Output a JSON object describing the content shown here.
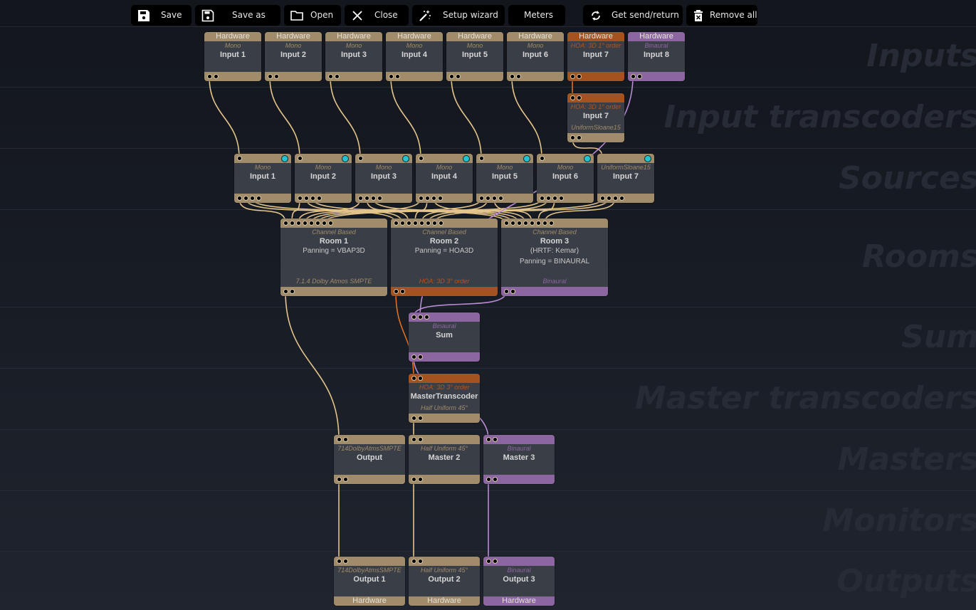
{
  "toolbar": {
    "buttons": [
      {
        "label": "Save",
        "icon": "floppy-disk-filled-icon"
      },
      {
        "label": "Save as",
        "icon": "floppy-disk-outline-icon"
      },
      {
        "label": "Open",
        "icon": "folder-icon"
      },
      {
        "label": "Close",
        "icon": "close-x-icon"
      },
      {
        "label": "Setup wizard",
        "icon": "magic-wand-icon"
      },
      {
        "label": "Meters",
        "icon": ""
      },
      {
        "label": "Get send/return",
        "icon": "refresh-icon"
      },
      {
        "label": "Remove all",
        "icon": "trash-icon"
      }
    ]
  },
  "colors": {
    "hardware": "#a08b6a",
    "hoa": "#a4521f",
    "binaural": "#8c66a0",
    "wire_hardware": "#e3c48a",
    "wire_hoa": "#e0701e",
    "wire_binaural": "#b98ad6",
    "led": "#22c3d0"
  },
  "layers": [
    "Inputs",
    "Input transcoders",
    "Sources",
    "Rooms",
    "Sum",
    "Master transcoders",
    "Masters",
    "Monitors",
    "Outputs"
  ],
  "nodes": {
    "inputs": [
      {
        "header": "Hardware",
        "format": "Mono",
        "name": "Input  1"
      },
      {
        "header": "Hardware",
        "format": "Mono",
        "name": "Input  2"
      },
      {
        "header": "Hardware",
        "format": "Mono",
        "name": "Input  3"
      },
      {
        "header": "Hardware",
        "format": "Mono",
        "name": "Input  4"
      },
      {
        "header": "Hardware",
        "format": "Mono",
        "name": "Input  5"
      },
      {
        "header": "Hardware",
        "format": "Mono",
        "name": "Input  6"
      },
      {
        "header": "Hardware",
        "format": "HOA: 3D 1° order",
        "name": "Input  7"
      },
      {
        "header": "Hardware",
        "format": "Binaural",
        "name": "Input  8"
      }
    ],
    "input_transcoder": {
      "format_in": "HOA: 3D 1° order",
      "name": "Input  7",
      "format_out": "UniformSloane15"
    },
    "sources": [
      {
        "format": "Mono",
        "name": "Input  1"
      },
      {
        "format": "Mono",
        "name": "Input  2"
      },
      {
        "format": "Mono",
        "name": "Input  3"
      },
      {
        "format": "Mono",
        "name": "Input  4"
      },
      {
        "format": "Mono",
        "name": "Input  5"
      },
      {
        "format": "Mono",
        "name": "Input  6"
      },
      {
        "format": "UniformSloane15",
        "name": "Input  7"
      }
    ],
    "rooms": [
      {
        "type": "Channel Based",
        "name": "Room  1",
        "lines": [
          "Panning = VBAP3D"
        ],
        "format": "7.1.4 Dolby Atmos SMPTE"
      },
      {
        "type": "Channel Based",
        "name": "Room  2",
        "lines": [
          "Panning = HOA3D"
        ],
        "format": "HOA: 3D 3° order"
      },
      {
        "type": "Channel Based",
        "name": "Room  3",
        "lines": [
          "(HRTF: Kemar)",
          "Panning = BINAURAL"
        ],
        "format": "Binaural"
      }
    ],
    "sum": {
      "format": "Binaural",
      "name": "Sum"
    },
    "master_transcoder": {
      "format_in": "HOA: 3D 3° order",
      "name": "MasterTranscoder",
      "format_out": "Half Uniform 45°"
    },
    "masters": [
      {
        "format": "714DolbyAtmsSMPTE",
        "name": "Output"
      },
      {
        "format": "Half Uniform 45°",
        "name": "Master  2"
      },
      {
        "format": "Binaural",
        "name": "Master  3"
      }
    ],
    "outputs": [
      {
        "format": "714DolbyAtmsSMPTE",
        "name": "Output  1",
        "footer": "Hardware"
      },
      {
        "format": "Half Uniform 45°",
        "name": "Output  2",
        "footer": "Hardware"
      },
      {
        "format": "Binaural",
        "name": "Output  3",
        "footer": "Hardware"
      }
    ]
  }
}
